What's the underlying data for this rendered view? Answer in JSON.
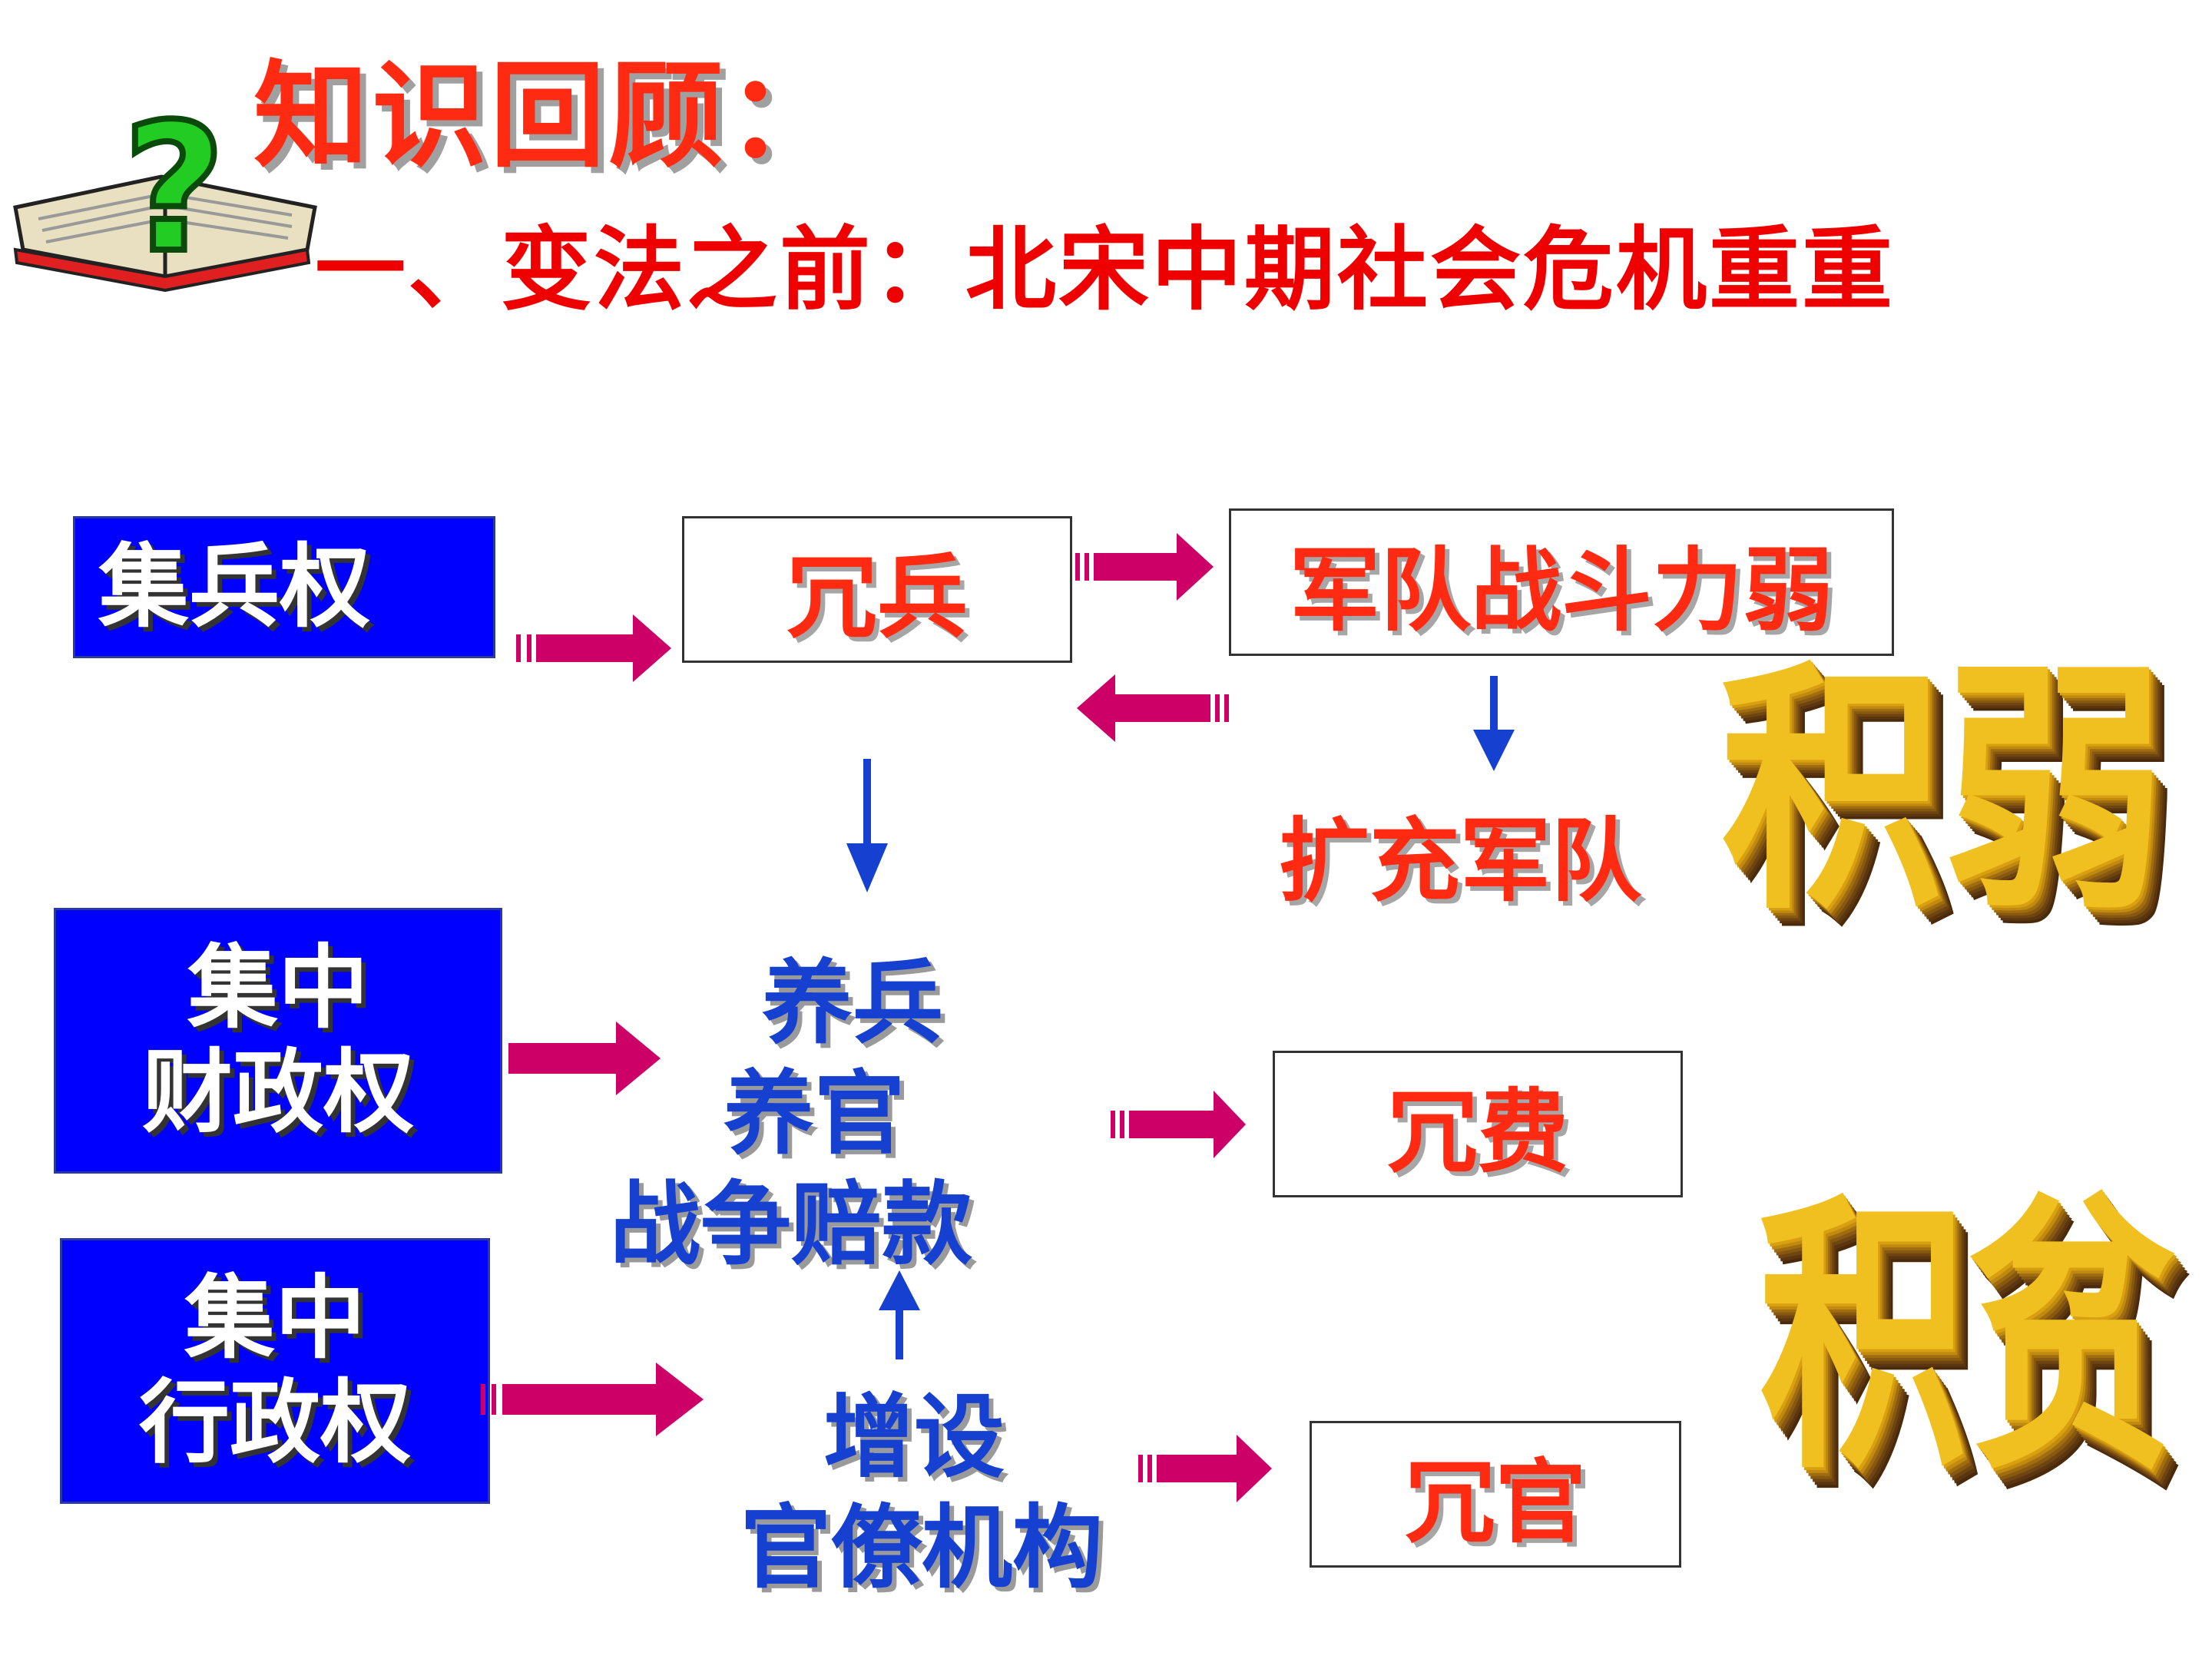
{
  "header": {
    "title": "知识回顾：",
    "subtitle": "一、变法之前：北宋中期社会危机重重"
  },
  "left_boxes": {
    "military": "集兵权",
    "finance": [
      "集中",
      "财政权"
    ],
    "admin": [
      "集中",
      "行政权"
    ]
  },
  "middle": {
    "redundant_soldiers": "冗兵",
    "support": [
      "养兵",
      "养官",
      "战争赔款"
    ],
    "add_offices": [
      "增设",
      "官僚机构"
    ]
  },
  "right": {
    "weak_army": "军队战斗力弱",
    "expand_army": "扩充军队",
    "redundant_costs": "冗费",
    "redundant_officials": "冗官"
  },
  "conclusions": {
    "weakness": "积弱",
    "poverty": "积贫"
  },
  "colors": {
    "title_red": "#ff2a12",
    "subtitle_red": "#ee0000",
    "box_blue": "#0000ff",
    "flow_arrow": "#cc0066",
    "down_arrow": "#1540d0",
    "gold": "#f0c020"
  },
  "icons": [
    "question-book-icon"
  ]
}
